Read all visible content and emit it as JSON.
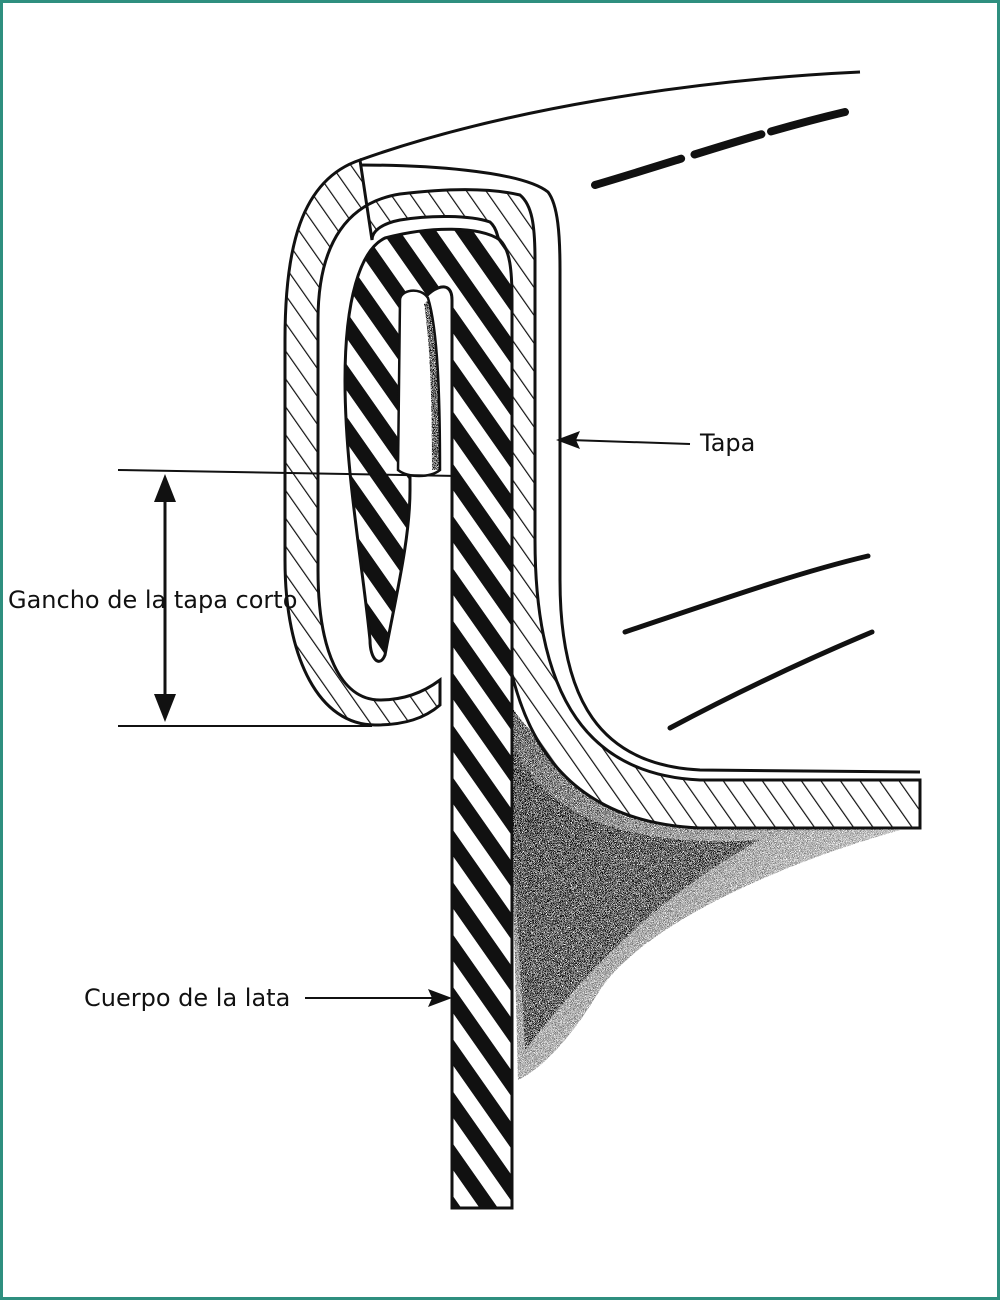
{
  "labels": {
    "lid": "Tapa",
    "short_lid_hook": "Gancho de la tapa corto",
    "can_body": "Cuerpo de la lata"
  },
  "colors": {
    "frame": "#2f8f7f",
    "ink": "#111111",
    "paper": "#ffffff"
  }
}
